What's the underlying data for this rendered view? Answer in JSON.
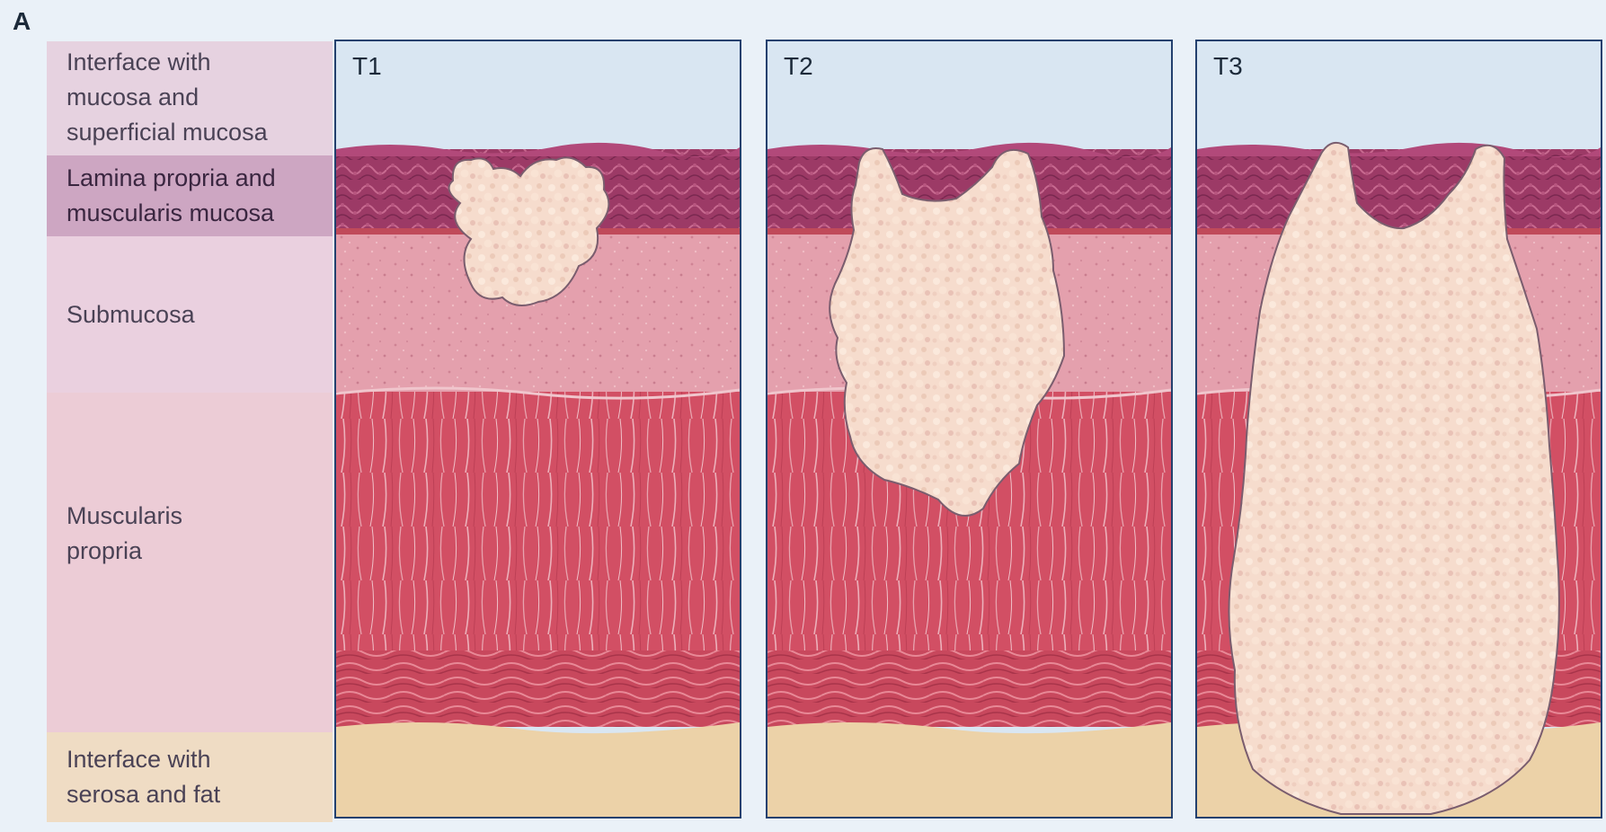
{
  "panel_letter": "A",
  "layer_labels": {
    "mucosa": "Interface with\nmucosa and\nsuperficial mucosa",
    "lamina": "Lamina propria and\nmuscularis mucosa",
    "submucosa": "Submucosa",
    "muscularis": "Muscularis\npropria",
    "serosa": "Interface with\nserosa and fat"
  },
  "stages": [
    {
      "label": "T1"
    },
    {
      "label": "T2"
    },
    {
      "label": "T3"
    }
  ],
  "colors": {
    "border": "#23406e",
    "background": "#eaf1f8",
    "lumen": "#d9e6f2",
    "mucosa": "#9c3a66",
    "submucosa": "#e6a2ae",
    "muscularis": "#d24f64",
    "serosa_band": "#c4485c",
    "fat": "#ecd2a8",
    "tumor": "#f6dccd",
    "tumor_outline": "#7a5d6e"
  }
}
